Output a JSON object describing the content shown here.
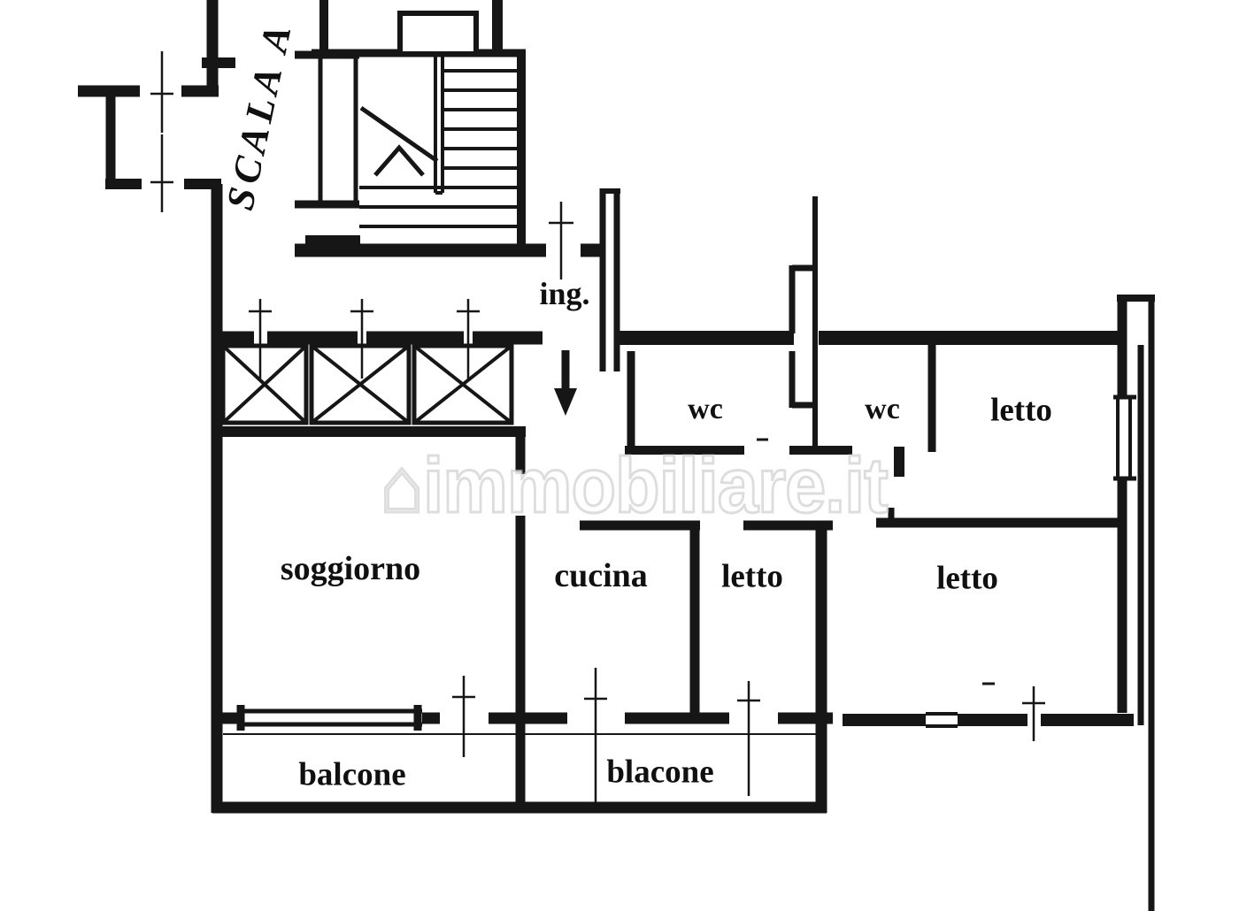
{
  "plan": {
    "stairwell_label": "SCALA A",
    "entrance_label": "ing.",
    "rooms": {
      "wc_left": "wc",
      "wc_right": "wc",
      "bedroom_top_right": "letto",
      "living_room": "soggiorno",
      "kitchen": "cucina",
      "bedroom_middle": "letto",
      "bedroom_bottom_right": "letto",
      "balcony_left": "balcone",
      "balcony_right": "blacone"
    },
    "watermark_glyph": "⌂",
    "watermark": "immobiliare.it",
    "colors": {
      "ink": "#161616",
      "paper": "#ffffff",
      "watermark_fill": "#e9e9e9"
    }
  }
}
